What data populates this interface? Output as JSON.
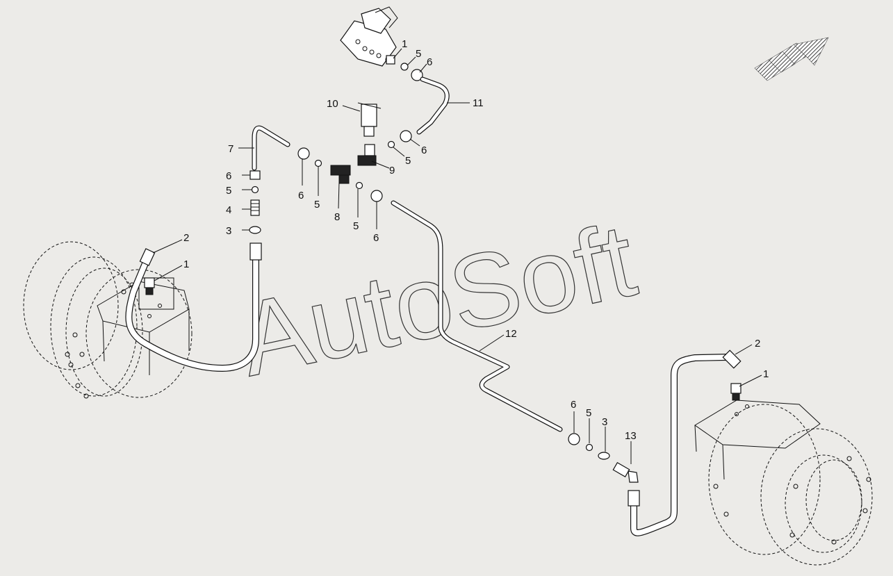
{
  "watermark": "AutoSoft",
  "callouts": [
    {
      "id": "c-top-1",
      "text": "1"
    },
    {
      "id": "c-top-5",
      "text": "5"
    },
    {
      "id": "c-top-6",
      "text": "6"
    },
    {
      "id": "c-10",
      "text": "10"
    },
    {
      "id": "c-11",
      "text": "11"
    },
    {
      "id": "c-7",
      "text": "7"
    },
    {
      "id": "c-l-6",
      "text": "6"
    },
    {
      "id": "c-l-5",
      "text": "5"
    },
    {
      "id": "c-l-4",
      "text": "4"
    },
    {
      "id": "c-l-3",
      "text": "3"
    },
    {
      "id": "c-m-6a",
      "text": "6"
    },
    {
      "id": "c-m-5a",
      "text": "5"
    },
    {
      "id": "c-8",
      "text": "8"
    },
    {
      "id": "c-m-5b",
      "text": "5"
    },
    {
      "id": "c-m-6b",
      "text": "6"
    },
    {
      "id": "c-9",
      "text": "9"
    },
    {
      "id": "c-9-5",
      "text": "5"
    },
    {
      "id": "c-9-6",
      "text": "6"
    },
    {
      "id": "c-lm-2",
      "text": "2"
    },
    {
      "id": "c-lm-1",
      "text": "1"
    },
    {
      "id": "c-12",
      "text": "12"
    },
    {
      "id": "c-rm-2",
      "text": "2"
    },
    {
      "id": "c-rm-1",
      "text": "1"
    },
    {
      "id": "c-r-6",
      "text": "6"
    },
    {
      "id": "c-r-5",
      "text": "5"
    },
    {
      "id": "c-r-3",
      "text": "3"
    },
    {
      "id": "c-13",
      "text": "13"
    }
  ],
  "direction_arrow": {
    "icon": "direction-arrow-icon"
  }
}
